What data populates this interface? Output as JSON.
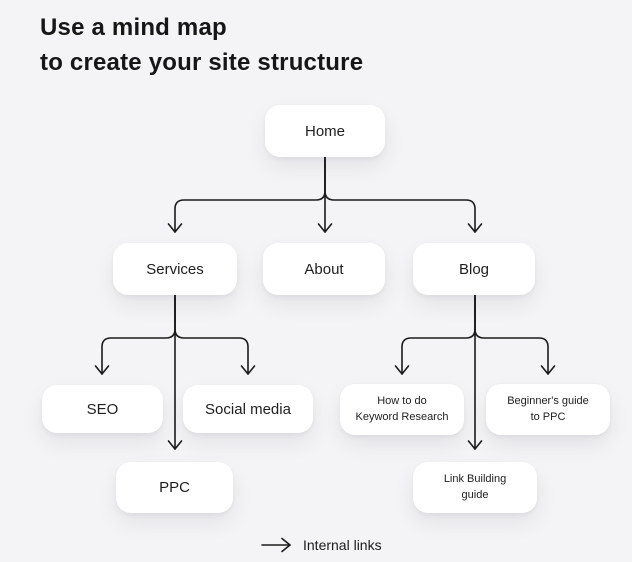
{
  "title": {
    "line1": "Use a mind map",
    "line2": "to create your site structure"
  },
  "nodes": {
    "home": {
      "label": "Home"
    },
    "services": {
      "label": "Services"
    },
    "about": {
      "label": "About"
    },
    "blog": {
      "label": "Blog"
    },
    "seo": {
      "label": "SEO"
    },
    "social_media": {
      "label": "Social media"
    },
    "ppc": {
      "label": "PPC"
    },
    "keyword_research": {
      "label": "How to do\nKeyword Research"
    },
    "beginners_guide": {
      "label": "Beginner's guide\nto PPC"
    },
    "link_building": {
      "label": "Link Building\nguide"
    }
  },
  "edges": [
    {
      "from": "home",
      "to": "services"
    },
    {
      "from": "home",
      "to": "about"
    },
    {
      "from": "home",
      "to": "blog"
    },
    {
      "from": "services",
      "to": "seo"
    },
    {
      "from": "services",
      "to": "social_media"
    },
    {
      "from": "services",
      "to": "ppc"
    },
    {
      "from": "blog",
      "to": "keyword_research"
    },
    {
      "from": "blog",
      "to": "beginners_guide"
    },
    {
      "from": "blog",
      "to": "link_building"
    }
  ],
  "legend": {
    "arrow_label": "Internal links"
  },
  "colors": {
    "background": "#f4f4f6",
    "node_fill": "#ffffff",
    "line": "#1b1b1b",
    "text": "#1e1e1e"
  }
}
